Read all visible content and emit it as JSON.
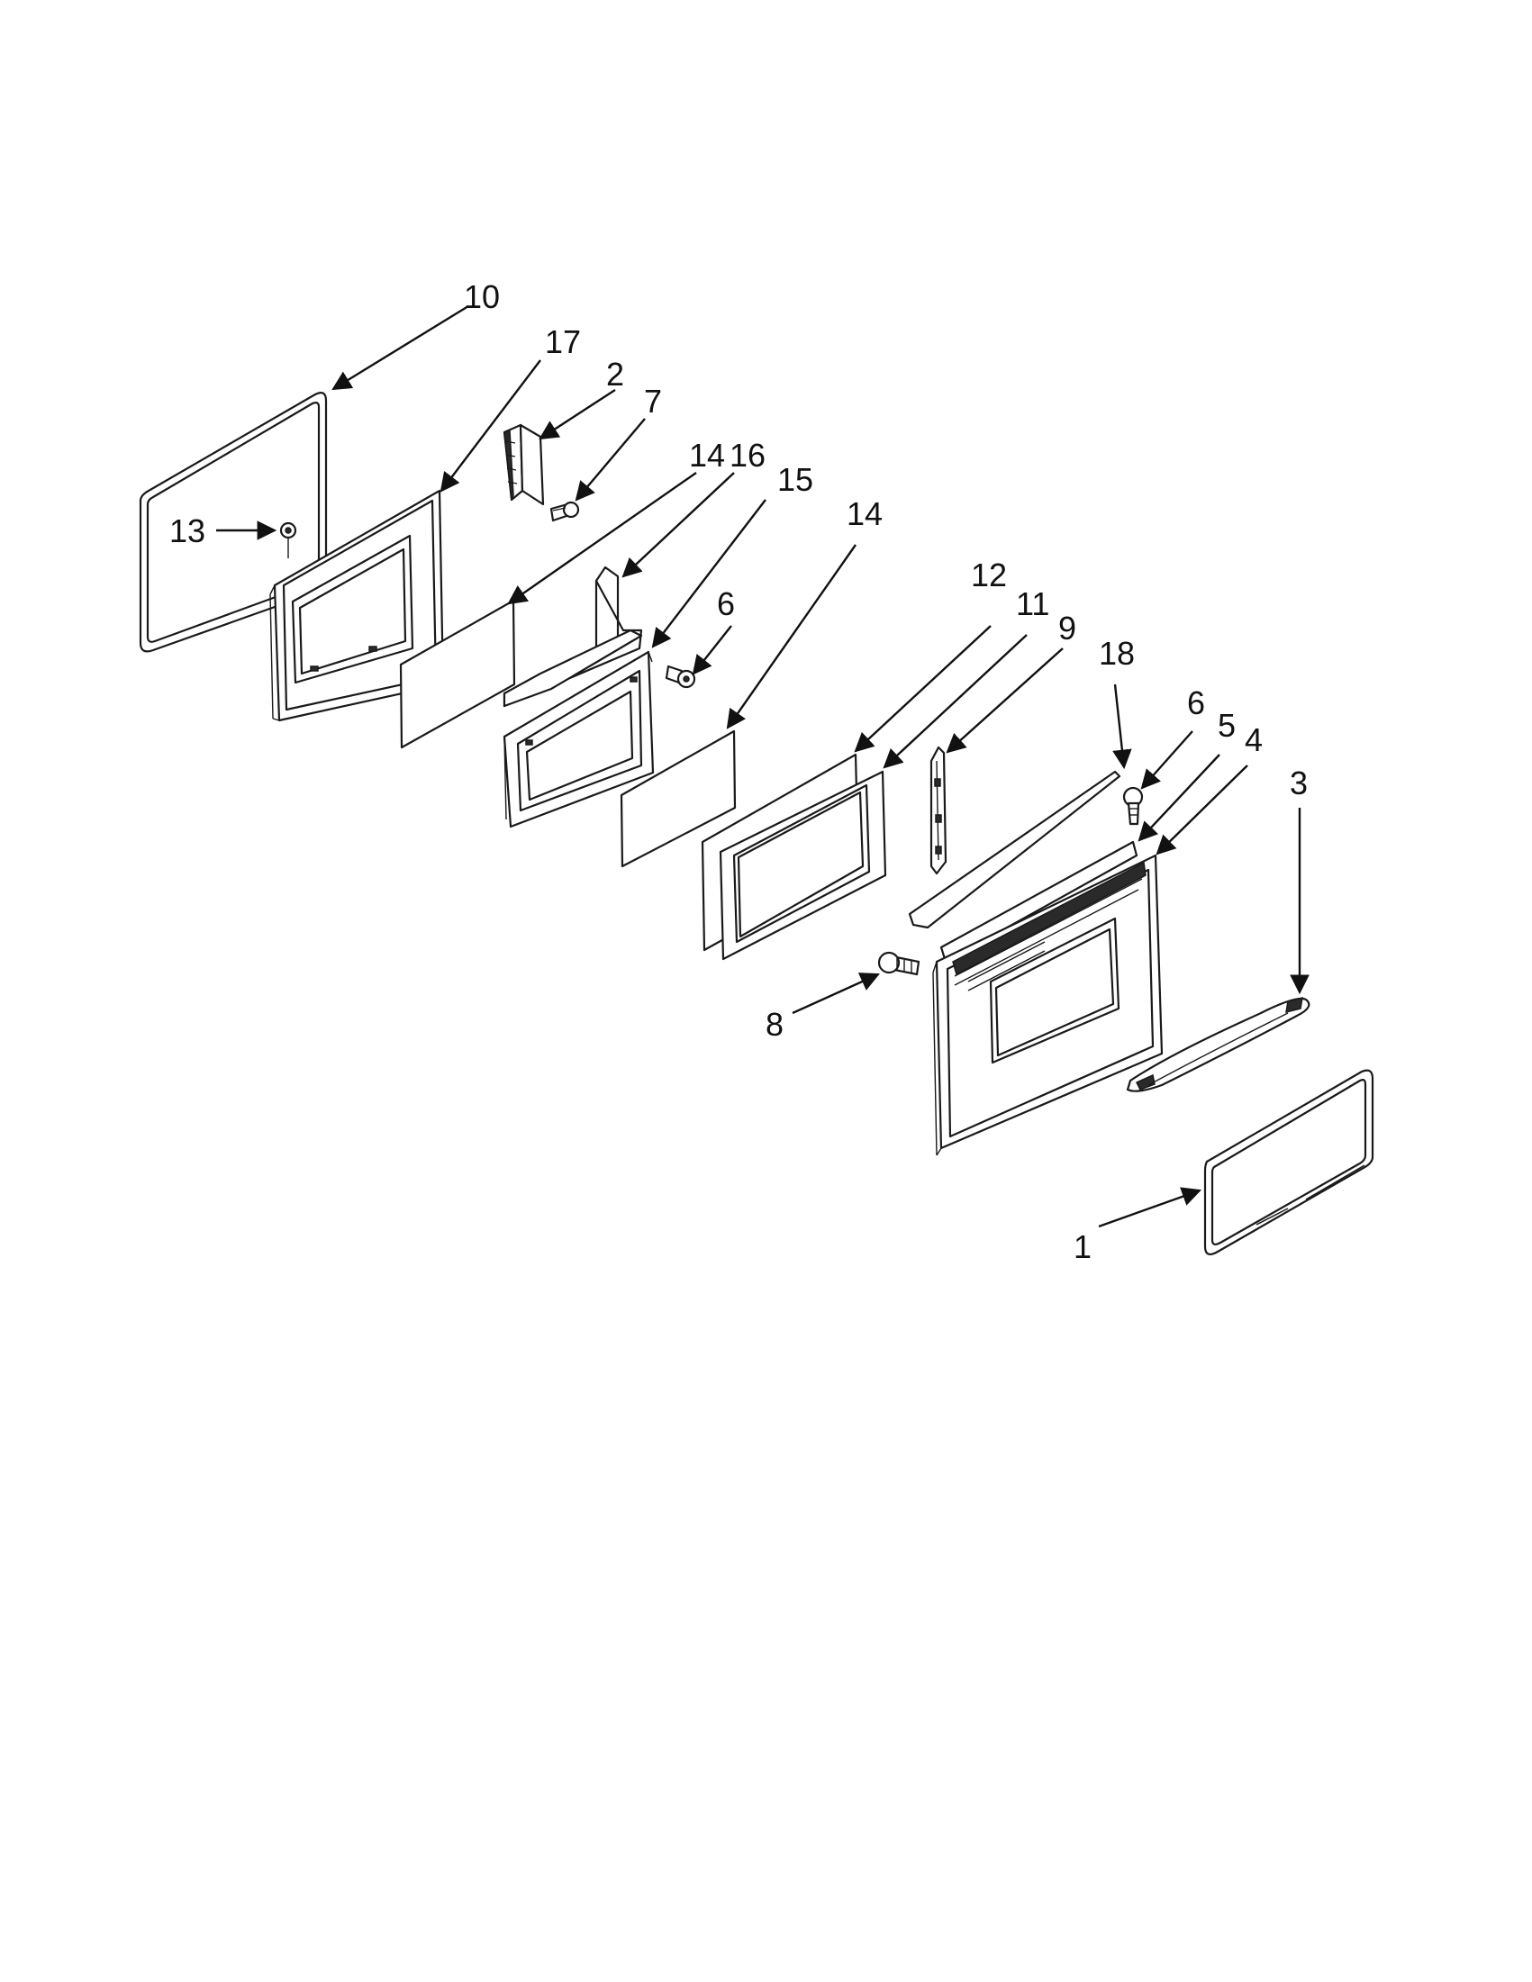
{
  "diagram": {
    "callouts": [
      {
        "id": "c10",
        "label": "10"
      },
      {
        "id": "c17",
        "label": "17"
      },
      {
        "id": "c2",
        "label": "2"
      },
      {
        "id": "c7",
        "label": "7"
      },
      {
        "id": "c14a",
        "label": "14"
      },
      {
        "id": "c16",
        "label": "16"
      },
      {
        "id": "c15",
        "label": "15"
      },
      {
        "id": "c13",
        "label": "13"
      },
      {
        "id": "c14b",
        "label": "14"
      },
      {
        "id": "c6a",
        "label": "6"
      },
      {
        "id": "c12",
        "label": "12"
      },
      {
        "id": "c11",
        "label": "11"
      },
      {
        "id": "c9",
        "label": "9"
      },
      {
        "id": "c18",
        "label": "18"
      },
      {
        "id": "c6b",
        "label": "6"
      },
      {
        "id": "c5",
        "label": "5"
      },
      {
        "id": "c4",
        "label": "4"
      },
      {
        "id": "c3",
        "label": "3"
      },
      {
        "id": "c8",
        "label": "8"
      },
      {
        "id": "c1",
        "label": "1"
      }
    ]
  }
}
